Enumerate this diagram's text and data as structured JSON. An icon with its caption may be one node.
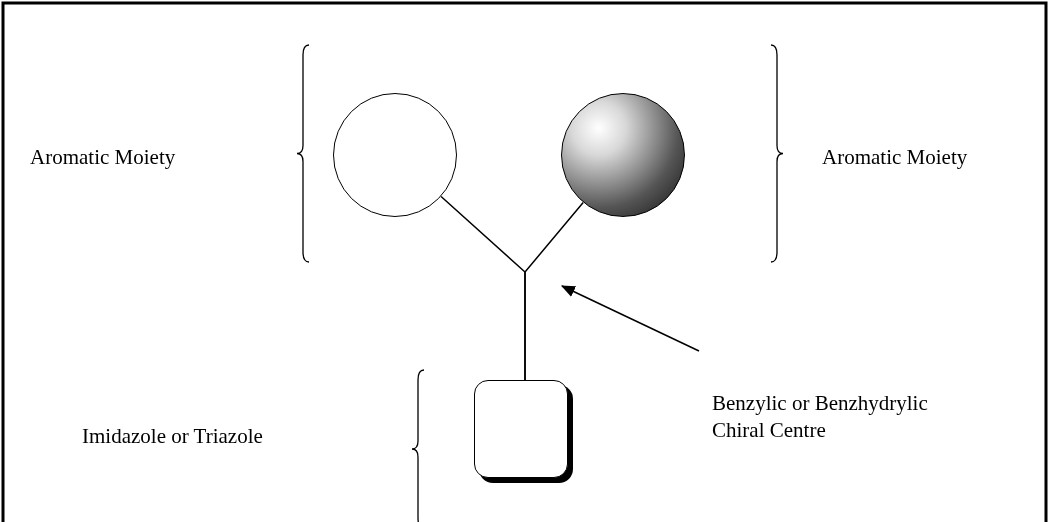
{
  "diagram": {
    "nodes": [
      {
        "text": [],
        "shape": "circle"
      },
      {
        "text": [],
        "shape": "circle"
      },
      {
        "text": [],
        "shape": "box"
      },
      {
        "text": [
          "Benzylic or Benzhydrylic Chiral Centre"
        ]
      }
    ],
    "edges": [
      {
        "from": 0,
        "to": 2,
        "arrow": "none"
      },
      {
        "from": 1,
        "to": 2,
        "arrow": "none"
      },
      {
        "from": 3,
        "to": null,
        "arrow": "to"
      }
    ],
    "labels": [
      "Aromatic Moiety",
      "Aromatic Moiety",
      "Imidazole or Triazole"
    ]
  }
}
